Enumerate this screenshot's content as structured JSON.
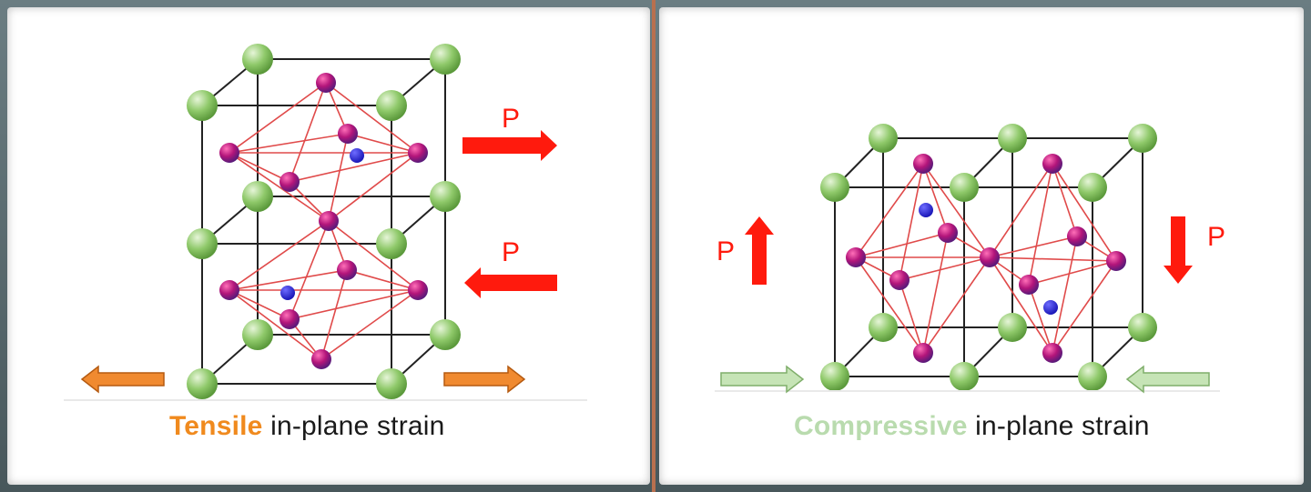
{
  "panels": {
    "left": {
      "caption_keyword": "Tensile",
      "caption_rest": " in-plane strain",
      "label_top": "P",
      "label_bottom": "P"
    },
    "right": {
      "caption_keyword": "Compressive",
      "caption_rest": " in-plane strain",
      "label_left": "P",
      "label_right": "P"
    }
  },
  "colors": {
    "corner_atom": "#8fc96a",
    "octahedral_atom": "#b3157a",
    "center_atom": "#1a17b8",
    "octahedron_edge": "#e04a4a",
    "polarization_arrow": "#ff1a0d",
    "tensile_arrow": "#f08a30",
    "compressive_arrow": "#c6e4b6",
    "cell_edge": "#222222"
  },
  "icons": {
    "tensile": "orange-outline-arrow-icon",
    "compressive": "green-outline-arrow-icon",
    "polarization": "red-arrow-icon"
  }
}
